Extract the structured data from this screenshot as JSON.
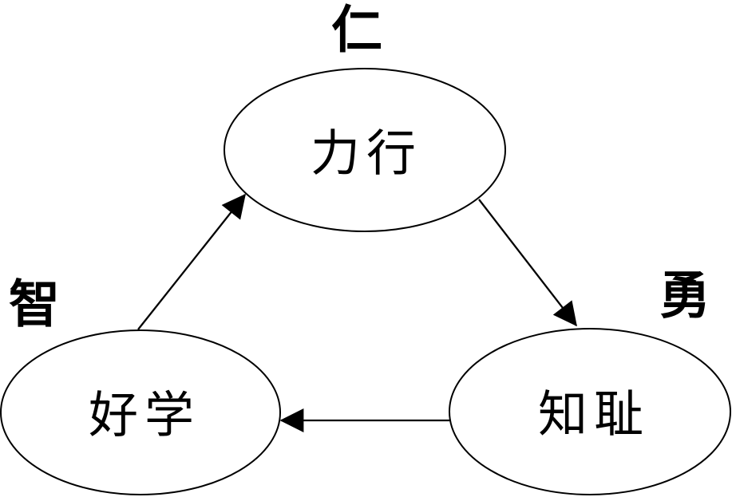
{
  "diagram": {
    "background_color": "#ffffff",
    "stroke_color": "#000000",
    "outer_labels": {
      "top": "仁",
      "left": "智",
      "right": "勇"
    },
    "nodes": [
      {
        "id": "lixing",
        "label": "力行",
        "position": "top",
        "outer_label": "仁"
      },
      {
        "id": "haoxue",
        "label": "好学",
        "position": "bottom-left",
        "outer_label": "智"
      },
      {
        "id": "zhichi",
        "label": "知耻",
        "position": "bottom-right",
        "outer_label": "勇"
      }
    ],
    "edges": [
      {
        "from": "力行",
        "to": "知耻",
        "direction": "down-right"
      },
      {
        "from": "知耻",
        "to": "好学",
        "direction": "left"
      },
      {
        "from": "好学",
        "to": "力行",
        "direction": "up-right"
      }
    ]
  }
}
